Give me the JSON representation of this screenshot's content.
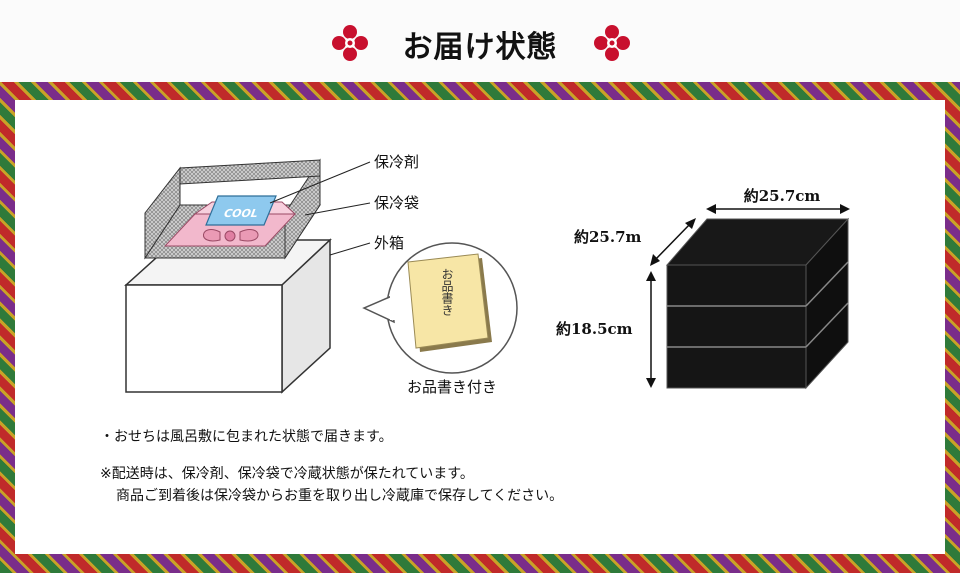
{
  "title": "お届け状態",
  "labels": {
    "ice_pack": "保冷剤",
    "cool_bag": "保冷袋",
    "outer_box": "外箱",
    "menu_card": "お品書き付き",
    "menu_card_text": "お品書き",
    "cool_tag": "COOL"
  },
  "dimensions": {
    "width": "約25.7cm",
    "depth": "約25.7m",
    "height": "約18.5cm"
  },
  "notes": {
    "line1": "・おせちは風呂敷に包まれた状態で届きます。",
    "line2": "※配送時は、保冷剤、保冷袋で冷蔵状態が保たれています。",
    "line3": "商品ご到着後は保冷袋からお重を取り出し冷蔵庫で保存してください。"
  }
}
